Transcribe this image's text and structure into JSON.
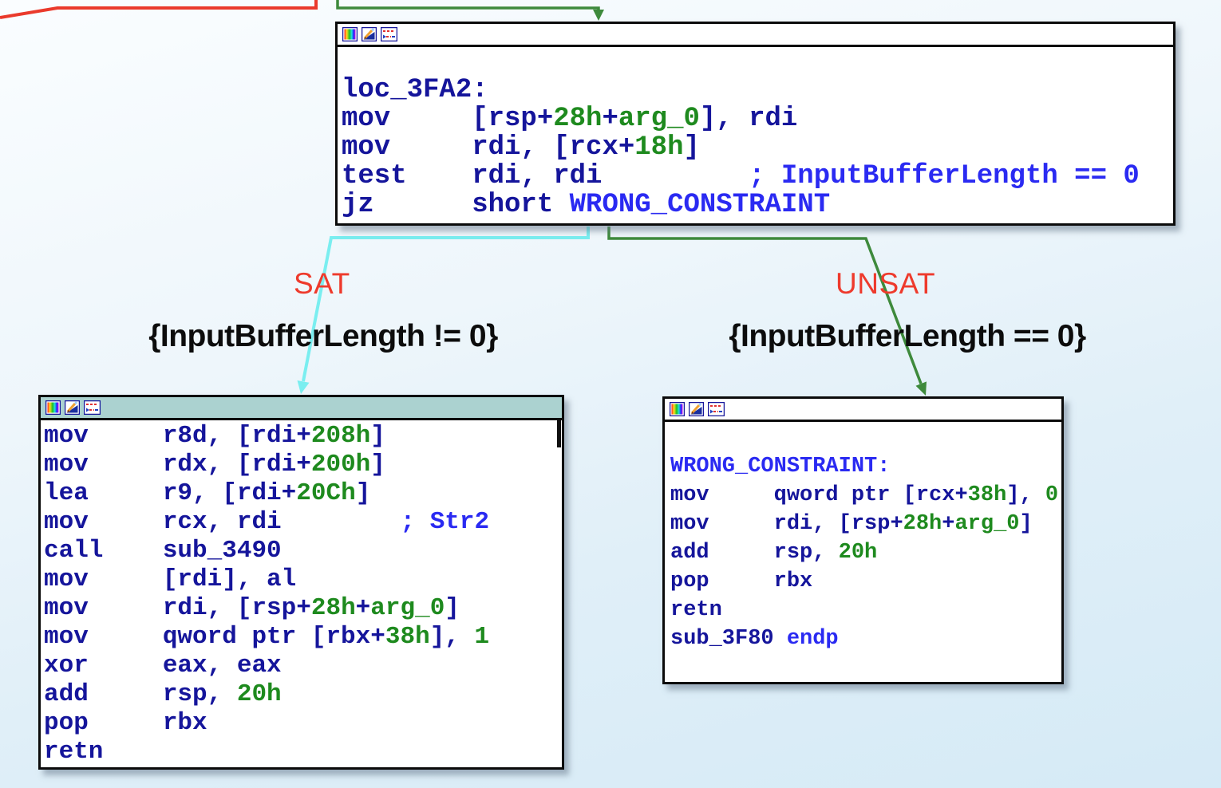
{
  "palette": {
    "navy_code": "#15159b",
    "green_immediate": "#1e8a1e",
    "blue_label": "#2a2af2",
    "red_annotation": "#ee3a2c",
    "black_annotation": "#0c0c0c",
    "edge_true_cyan": "#7aeef0",
    "edge_false_green": "#3e8a3c",
    "edge_stray_red": "#ea3a2c",
    "selected_titlebar_teal": "#abd2d0",
    "block_background": "#ffffff",
    "canvas_background_top": "#fafdff",
    "canvas_background_bottom": "#d5eaf6"
  },
  "labels": {
    "sat": "SAT",
    "unsat": "UNSAT",
    "sat_constraint": "{InputBufferLength != 0}",
    "unsat_constraint": "{InputBufferLength == 0}"
  },
  "icons": [
    "color-palette-icon",
    "edit-pencil-icon",
    "frame-address-icon"
  ],
  "blocks": {
    "top": {
      "title_icons": [
        "color-palette-icon",
        "edit-pencil-icon",
        "frame-address-icon"
      ],
      "lines": [
        [],
        [
          [
            "n",
            "loc_3FA2:"
          ]
        ],
        [
          [
            "n",
            "mov     [rsp+"
          ],
          [
            "g",
            "28h"
          ],
          [
            "n",
            "+"
          ],
          [
            "g",
            "arg_0"
          ],
          [
            "n",
            "], rdi"
          ]
        ],
        [
          [
            "n",
            "mov     rdi, [rcx+"
          ],
          [
            "g",
            "18h"
          ],
          [
            "n",
            "]"
          ]
        ],
        [
          [
            "n",
            "test    rdi, rdi         "
          ],
          [
            "b",
            "; InputBufferLength == 0"
          ]
        ],
        [
          [
            "n",
            "jz      short "
          ],
          [
            "b",
            "WRONG_CONSTRAINT"
          ]
        ]
      ]
    },
    "left": {
      "title_icons": [
        "color-palette-icon",
        "edit-pencil-icon",
        "frame-address-icon"
      ],
      "lines": [
        [
          [
            "n",
            "mov     r8d, [rdi+"
          ],
          [
            "g",
            "208h"
          ],
          [
            "n",
            "]"
          ]
        ],
        [
          [
            "n",
            "mov     rdx, [rdi+"
          ],
          [
            "g",
            "200h"
          ],
          [
            "n",
            "]"
          ]
        ],
        [
          [
            "n",
            "lea     r9, [rdi+"
          ],
          [
            "g",
            "20Ch"
          ],
          [
            "n",
            "]"
          ]
        ],
        [
          [
            "n",
            "mov     rcx, rdi        "
          ],
          [
            "b",
            "; Str2"
          ]
        ],
        [
          [
            "n",
            "call    sub_3490"
          ]
        ],
        [
          [
            "n",
            "mov     [rdi], al"
          ]
        ],
        [
          [
            "n",
            "mov     rdi, [rsp+"
          ],
          [
            "g",
            "28h"
          ],
          [
            "n",
            "+"
          ],
          [
            "g",
            "arg_0"
          ],
          [
            "n",
            "]"
          ]
        ],
        [
          [
            "n",
            "mov     qword ptr [rbx+"
          ],
          [
            "g",
            "38h"
          ],
          [
            "n",
            "], "
          ],
          [
            "g",
            "1"
          ]
        ],
        [
          [
            "n",
            "xor     eax, eax"
          ]
        ],
        [
          [
            "n",
            "add     rsp, "
          ],
          [
            "g",
            "20h"
          ]
        ],
        [
          [
            "n",
            "pop     rbx"
          ]
        ],
        [
          [
            "n",
            "retn"
          ]
        ]
      ]
    },
    "right": {
      "title_icons": [
        "color-palette-icon",
        "edit-pencil-icon",
        "frame-address-icon"
      ],
      "lines": [
        [],
        [
          [
            "b",
            "WRONG_CONSTRAINT:"
          ]
        ],
        [
          [
            "n",
            "mov     qword ptr [rcx+"
          ],
          [
            "g",
            "38h"
          ],
          [
            "n",
            "], "
          ],
          [
            "g",
            "0"
          ]
        ],
        [
          [
            "n",
            "mov     rdi, [rsp+"
          ],
          [
            "g",
            "28h"
          ],
          [
            "n",
            "+"
          ],
          [
            "g",
            "arg_0"
          ],
          [
            "n",
            "]"
          ]
        ],
        [
          [
            "n",
            "add     rsp, "
          ],
          [
            "g",
            "20h"
          ]
        ],
        [
          [
            "n",
            "pop     rbx"
          ]
        ],
        [
          [
            "n",
            "retn"
          ]
        ],
        [
          [
            "n",
            "sub_3F80 "
          ],
          [
            "b",
            "endp"
          ]
        ],
        []
      ]
    }
  }
}
